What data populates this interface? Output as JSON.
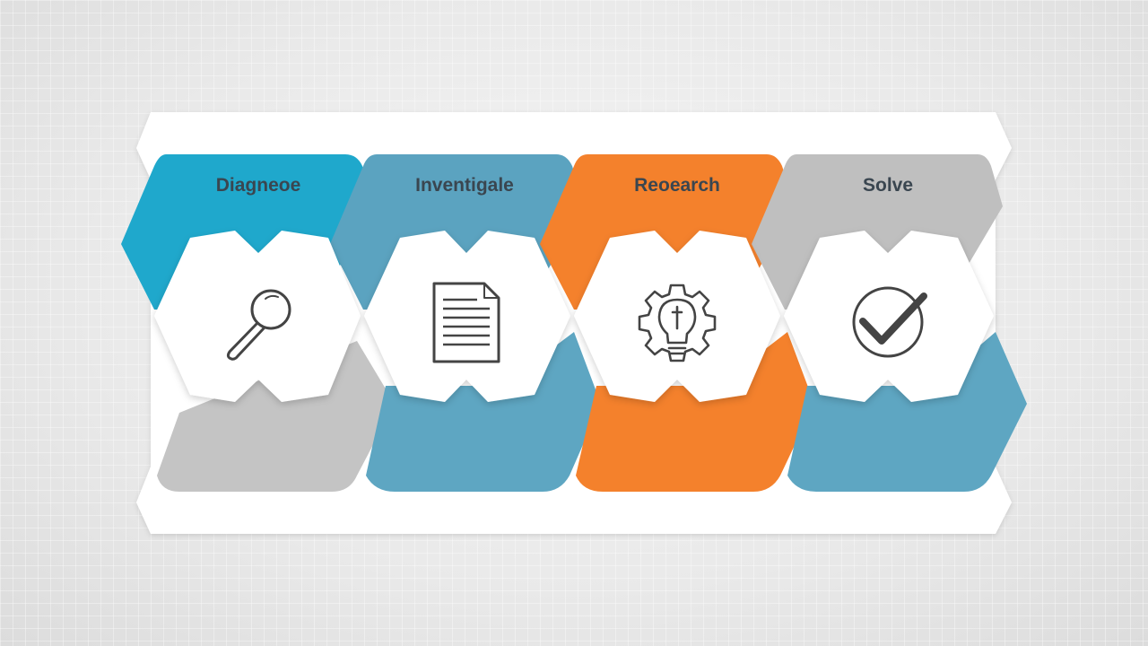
{
  "steps": [
    {
      "label": "Diagneoe",
      "icon": "magnifier-icon",
      "color": "#1fa8cc"
    },
    {
      "label": "Inventigale",
      "icon": "document-icon",
      "color": "#5ba3c0"
    },
    {
      "label": "Reoearch",
      "icon": "gear-lightbulb-icon",
      "color": "#f4812c"
    },
    {
      "label": "Solve",
      "icon": "checkmark-icon",
      "color": "#bfbfbf"
    }
  ],
  "colors": {
    "gray": "#c4c4c4",
    "teal": "#5ea6c2",
    "orange": "#f4812c",
    "icon_stroke": "#444444"
  }
}
